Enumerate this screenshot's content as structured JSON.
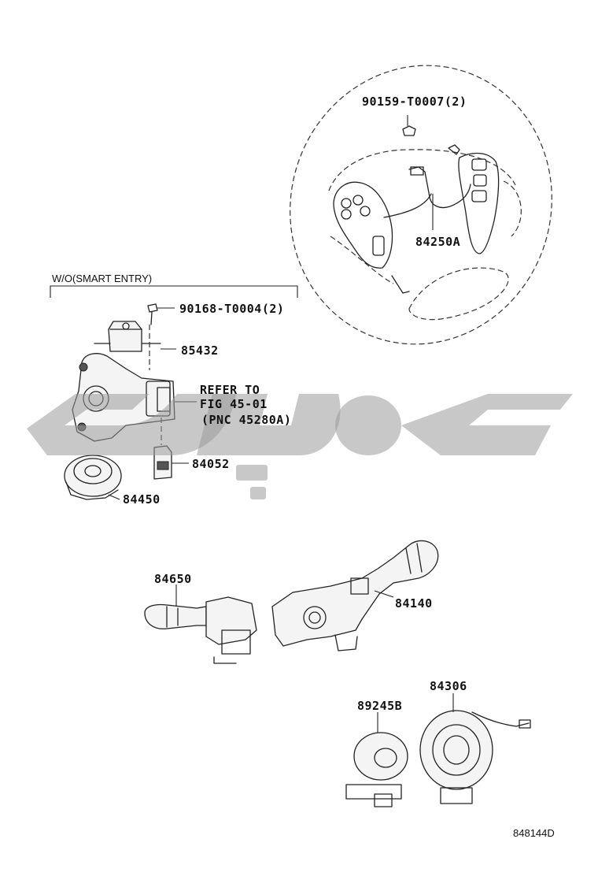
{
  "labels": {
    "bolt_wheel": "90159-T0007(2)",
    "steering_switch": "84250A",
    "bracket_title": "W/O(SMART ENTRY)",
    "screw": "90168-T0004(2)",
    "part_85432": "85432",
    "refer_line1": "REFER TO",
    "refer_line2": "FIG 45-01",
    "refer_line3": "(PNC 45280A)",
    "part_84052": "84052",
    "part_84450": "84450",
    "part_84650": "84650",
    "part_84140": "84140",
    "part_89245b": "89245B",
    "part_84306": "84306",
    "figure_code": "848144D"
  },
  "colors": {
    "ink": "#222222",
    "watermark": "#9a9a9a",
    "background": "#ffffff"
  },
  "watermark": {
    "icon": "watermark-logo-icon"
  }
}
